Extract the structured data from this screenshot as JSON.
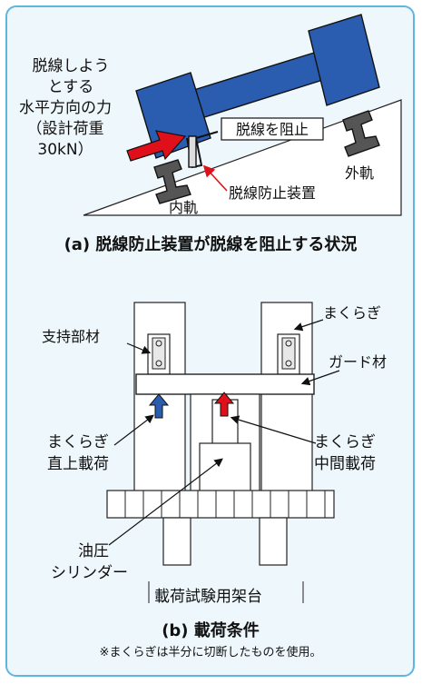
{
  "colors": {
    "frame": "#5bb8dc",
    "panel_bg": "#eef7fb",
    "blue": "#2a5db0",
    "red": "#e0101a",
    "gray": "#cccccc"
  },
  "panel_a": {
    "force_label_lines": [
      "脱線しよう",
      "とする",
      "水平方向の力",
      "（設計荷重",
      "30kN）"
    ],
    "stop_label": "脱線を阻止",
    "outer_rail": "外軌",
    "inner_rail": "内軌",
    "device_label": "脱線防止装置",
    "caption": "(a) 脱線防止装置が脱線を阻止する状況"
  },
  "panel_b": {
    "sleeper": "まくらぎ",
    "support": "支持部材",
    "guard": "ガード材",
    "load_direct": [
      "まくらぎ",
      "直上載荷"
    ],
    "load_middle": [
      "まくらぎ",
      "中間載荷"
    ],
    "cylinder": [
      "油圧",
      "シリンダー"
    ],
    "frame": "載荷試験用架台",
    "caption": "(b) 載荷条件",
    "note": "※まくらぎは半分に切断したものを使用。"
  }
}
